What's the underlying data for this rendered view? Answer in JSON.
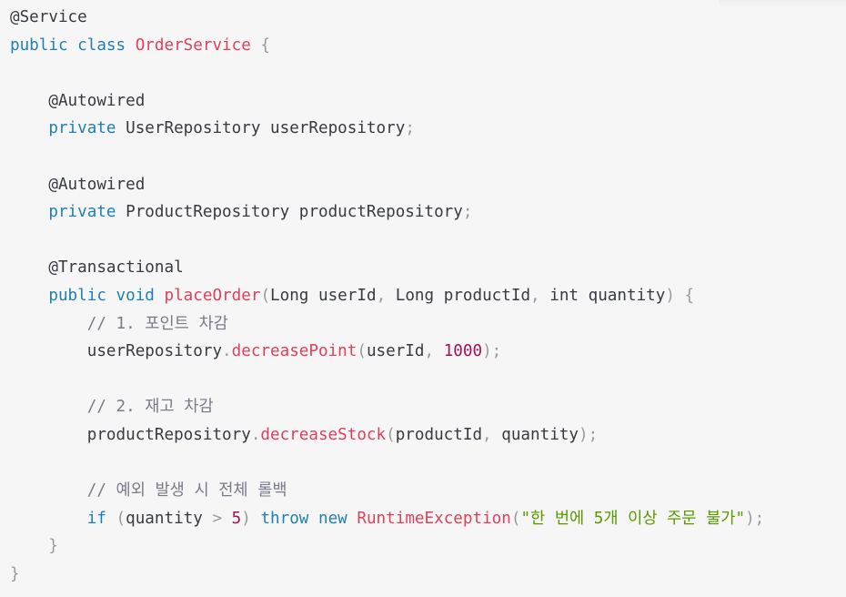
{
  "code": {
    "lines": [
      [
        {
          "t": "@Service",
          "c": "annotation"
        }
      ],
      [
        {
          "t": "public",
          "c": "kw"
        },
        {
          "t": " ",
          "c": "plain"
        },
        {
          "t": "class",
          "c": "kw"
        },
        {
          "t": " ",
          "c": "plain"
        },
        {
          "t": "OrderService",
          "c": "cls"
        },
        {
          "t": " ",
          "c": "plain"
        },
        {
          "t": "{",
          "c": "punct"
        }
      ],
      [],
      [
        {
          "t": "    @Autowired",
          "c": "annotation"
        }
      ],
      [
        {
          "t": "    ",
          "c": "plain"
        },
        {
          "t": "private",
          "c": "kw"
        },
        {
          "t": " UserRepository userRepository",
          "c": "plain"
        },
        {
          "t": ";",
          "c": "punct"
        }
      ],
      [],
      [
        {
          "t": "    @Autowired",
          "c": "annotation"
        }
      ],
      [
        {
          "t": "    ",
          "c": "plain"
        },
        {
          "t": "private",
          "c": "kw"
        },
        {
          "t": " ProductRepository productRepository",
          "c": "plain"
        },
        {
          "t": ";",
          "c": "punct"
        }
      ],
      [],
      [
        {
          "t": "    @Transactional",
          "c": "annotation"
        }
      ],
      [
        {
          "t": "    ",
          "c": "plain"
        },
        {
          "t": "public",
          "c": "kw"
        },
        {
          "t": " ",
          "c": "plain"
        },
        {
          "t": "void",
          "c": "kw"
        },
        {
          "t": " ",
          "c": "plain"
        },
        {
          "t": "placeOrder",
          "c": "fn"
        },
        {
          "t": "(",
          "c": "punct"
        },
        {
          "t": "Long userId",
          "c": "plain"
        },
        {
          "t": ",",
          "c": "punct"
        },
        {
          "t": " Long productId",
          "c": "plain"
        },
        {
          "t": ",",
          "c": "punct"
        },
        {
          "t": " int quantity",
          "c": "plain"
        },
        {
          "t": ")",
          "c": "punct"
        },
        {
          "t": " ",
          "c": "plain"
        },
        {
          "t": "{",
          "c": "punct"
        }
      ],
      [
        {
          "t": "        ",
          "c": "plain"
        },
        {
          "t": "// 1. 포인트 차감",
          "c": "comment"
        }
      ],
      [
        {
          "t": "        userRepository",
          "c": "plain"
        },
        {
          "t": ".",
          "c": "punct"
        },
        {
          "t": "decreasePoint",
          "c": "fn"
        },
        {
          "t": "(",
          "c": "punct"
        },
        {
          "t": "userId",
          "c": "plain"
        },
        {
          "t": ",",
          "c": "punct"
        },
        {
          "t": " ",
          "c": "plain"
        },
        {
          "t": "1000",
          "c": "num"
        },
        {
          "t": ");",
          "c": "punct"
        }
      ],
      [],
      [
        {
          "t": "        ",
          "c": "plain"
        },
        {
          "t": "// 2. 재고 차감",
          "c": "comment"
        }
      ],
      [
        {
          "t": "        productRepository",
          "c": "plain"
        },
        {
          "t": ".",
          "c": "punct"
        },
        {
          "t": "decreaseStock",
          "c": "fn"
        },
        {
          "t": "(",
          "c": "punct"
        },
        {
          "t": "productId",
          "c": "plain"
        },
        {
          "t": ",",
          "c": "punct"
        },
        {
          "t": " quantity",
          "c": "plain"
        },
        {
          "t": ");",
          "c": "punct"
        }
      ],
      [],
      [
        {
          "t": "        ",
          "c": "plain"
        },
        {
          "t": "// 예외 발생 시 전체 롤백",
          "c": "comment"
        }
      ],
      [
        {
          "t": "        ",
          "c": "plain"
        },
        {
          "t": "if",
          "c": "kw"
        },
        {
          "t": " ",
          "c": "plain"
        },
        {
          "t": "(",
          "c": "punct"
        },
        {
          "t": "quantity ",
          "c": "plain"
        },
        {
          "t": ">",
          "c": "op"
        },
        {
          "t": " ",
          "c": "plain"
        },
        {
          "t": "5",
          "c": "num"
        },
        {
          "t": ")",
          "c": "punct"
        },
        {
          "t": " ",
          "c": "plain"
        },
        {
          "t": "throw",
          "c": "kw"
        },
        {
          "t": " ",
          "c": "plain"
        },
        {
          "t": "new",
          "c": "kw"
        },
        {
          "t": " ",
          "c": "plain"
        },
        {
          "t": "RuntimeException",
          "c": "cls"
        },
        {
          "t": "(",
          "c": "punct"
        },
        {
          "t": "\"한 번에 5개 이상 주문 불가\"",
          "c": "str"
        },
        {
          "t": ");",
          "c": "punct"
        }
      ],
      [
        {
          "t": "    ",
          "c": "plain"
        },
        {
          "t": "}",
          "c": "punct"
        }
      ],
      [
        {
          "t": "}",
          "c": "punct"
        }
      ]
    ]
  },
  "colors": {
    "background": "#f6f6f6",
    "keyword": "#1e7fb8",
    "class_and_method": "#e0405a",
    "comment": "#7a7a8a",
    "number": "#a3105a",
    "string": "#5a9a00",
    "punctuation": "#9a9a9a",
    "text": "#383a42"
  }
}
